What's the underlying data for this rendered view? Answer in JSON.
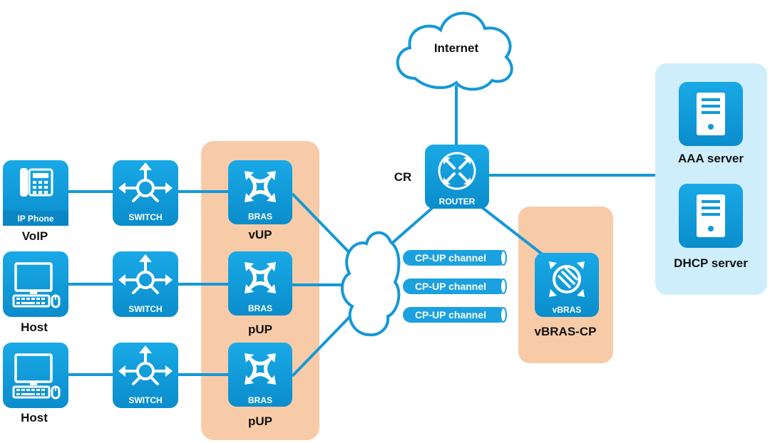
{
  "colors": {
    "device": "#0f9ad8",
    "device_dark": "#0a7fb8",
    "line": "#1598d6",
    "group_orange": "#f8cba8",
    "group_blue": "#cfeefb"
  },
  "cloud": {
    "label": "Internet"
  },
  "router": {
    "name": "CR",
    "device_label": "ROUTER",
    "icon": "router-icon"
  },
  "servers": [
    {
      "name": "AAA server",
      "icon": "server-icon"
    },
    {
      "name": "DHCP server",
      "icon": "server-icon"
    }
  ],
  "endpoints": [
    {
      "name": "VoIP",
      "device_label": "IP Phone",
      "icon": "ip-phone-icon"
    },
    {
      "name": "Host",
      "icon": "host-computer-icon"
    },
    {
      "name": "Host",
      "icon": "host-computer-icon"
    }
  ],
  "switches": [
    {
      "device_label": "SWITCH",
      "icon": "switch-icon"
    },
    {
      "device_label": "SWITCH",
      "icon": "switch-icon"
    },
    {
      "device_label": "SWITCH",
      "icon": "switch-icon"
    }
  ],
  "bras_units": [
    {
      "name": "vUP",
      "device_label": "BRAS",
      "icon": "bras-icon"
    },
    {
      "name": "pUP",
      "device_label": "BRAS",
      "icon": "bras-icon"
    },
    {
      "name": "pUP",
      "device_label": "BRAS",
      "icon": "bras-icon"
    }
  ],
  "cp": {
    "name": "vBRAS-CP",
    "device_label": "vBRAS",
    "icon": "vbras-icon"
  },
  "channels": [
    {
      "label": "CP-UP channel"
    },
    {
      "label": "CP-UP channel"
    },
    {
      "label": "CP-UP channel"
    }
  ]
}
